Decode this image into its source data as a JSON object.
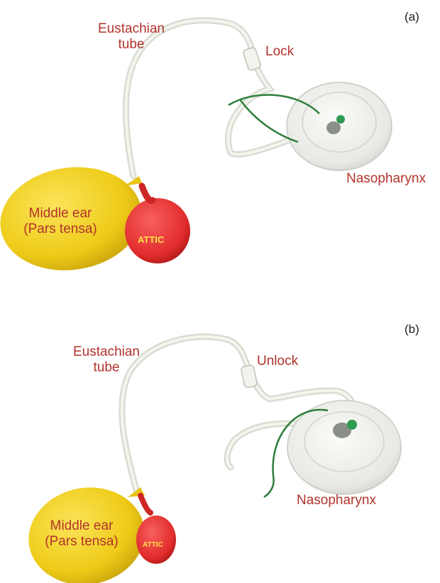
{
  "panels": [
    {
      "id": "a",
      "panel_label": "(a)",
      "eustachian_line1": "Eustachian",
      "eustachian_line2": "tube",
      "valve_label": "Lock",
      "nasopharynx_label": "Nasopharynx",
      "middle_ear_line1": "Middle ear",
      "middle_ear_line2": "(Pars tensa)",
      "attic_label": "ATTIC"
    },
    {
      "id": "b",
      "panel_label": "(b)",
      "eustachian_line1": "Eustachian",
      "eustachian_line2": "tube",
      "valve_label": "Unlock",
      "nasopharynx_label": "Nasopharynx",
      "middle_ear_line1": "Middle ear",
      "middle_ear_line2": "(Pars tensa)",
      "attic_label": "ATTIC"
    }
  ],
  "colors": {
    "label_text": "#b2332c",
    "balloon_yellow": "#f0cf1c",
    "balloon_red": "#e53030",
    "tube": "#e4e6dd",
    "wire": "#2e7d3c",
    "base": "#eef0ec"
  }
}
